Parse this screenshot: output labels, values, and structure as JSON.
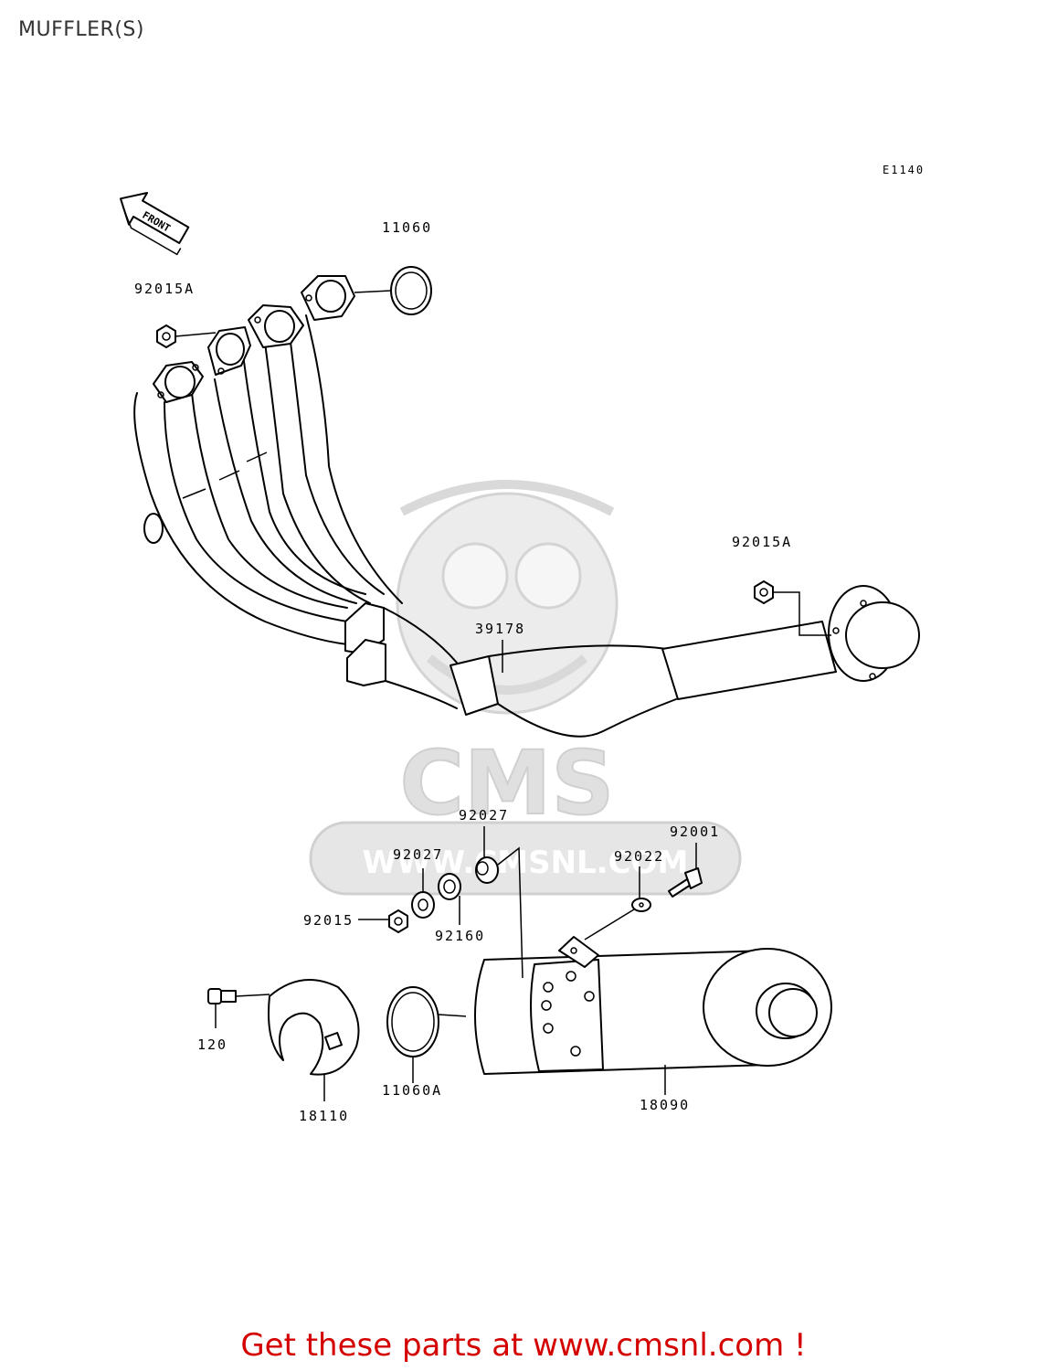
{
  "page": {
    "title": "MUFFLER(S)",
    "diagram_ref": "E1140",
    "front_arrow_label": "FRONT",
    "watermark_brand": "CMS",
    "watermark_url": "WWW.CMSNL.COM",
    "footer": "Get these parts at www.cmsnl.com !"
  },
  "parts": [
    {
      "number": "11060",
      "name": "label-11060"
    },
    {
      "number": "92015A",
      "name": "label-92015a-top"
    },
    {
      "number": "92015A",
      "name": "label-92015a-right"
    },
    {
      "number": "39178",
      "name": "label-39178"
    },
    {
      "number": "92027",
      "name": "label-92027-upper"
    },
    {
      "number": "92027",
      "name": "label-92027-lower"
    },
    {
      "number": "92001",
      "name": "label-92001"
    },
    {
      "number": "92022",
      "name": "label-92022"
    },
    {
      "number": "92015",
      "name": "label-92015"
    },
    {
      "number": "92160",
      "name": "label-92160"
    },
    {
      "number": "120",
      "name": "label-120"
    },
    {
      "number": "11060A",
      "name": "label-11060a"
    },
    {
      "number": "18110",
      "name": "label-18110"
    },
    {
      "number": "18090",
      "name": "label-18090"
    }
  ]
}
